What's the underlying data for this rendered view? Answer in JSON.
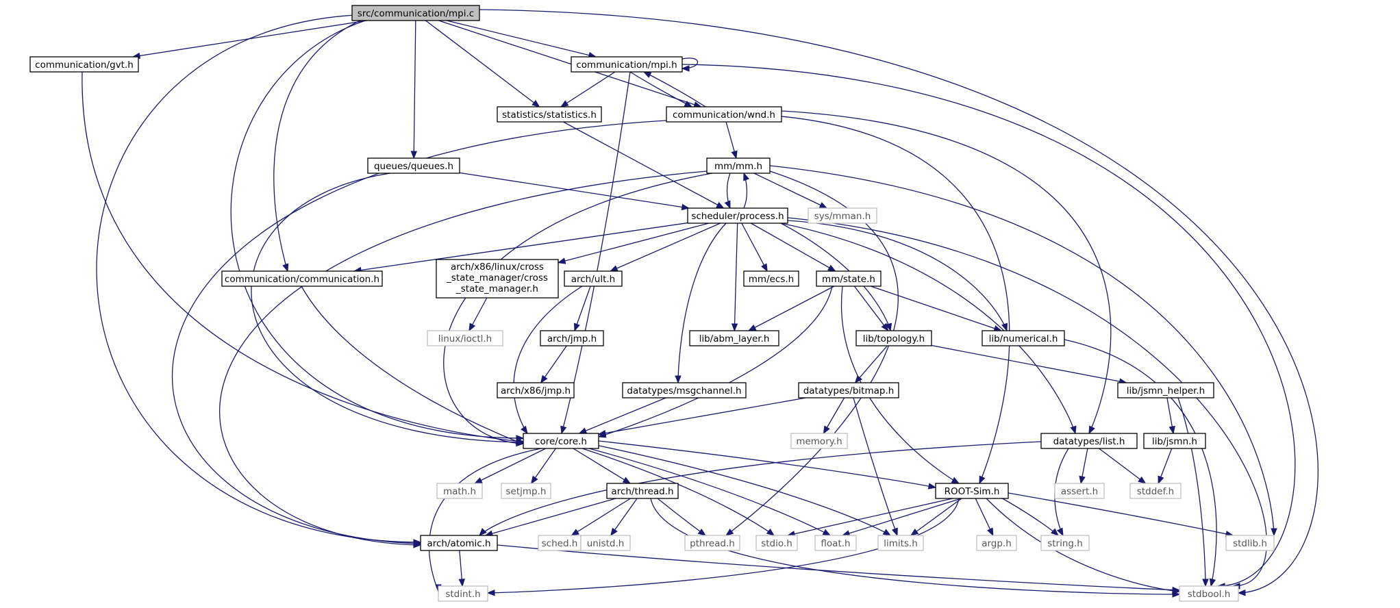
{
  "graph": {
    "type": "include-dependency-graph",
    "colors": {
      "edge": "#191970",
      "root_fill": "#bfbfbf",
      "node_border": "#000000",
      "system_border": "#bfbfbf",
      "system_text": "#555555"
    },
    "nodes": [
      {
        "id": "mpi_c",
        "label": "src/communication/mpi.c",
        "kind": "root"
      },
      {
        "id": "gvt_h",
        "label": "communication/gvt.h",
        "kind": "normal"
      },
      {
        "id": "mpi_h",
        "label": "communication/mpi.h",
        "kind": "normal"
      },
      {
        "id": "statistics_h",
        "label": "statistics/statistics.h",
        "kind": "normal"
      },
      {
        "id": "wnd_h",
        "label": "communication/wnd.h",
        "kind": "normal"
      },
      {
        "id": "queues_h",
        "label": "queues/queues.h",
        "kind": "normal"
      },
      {
        "id": "mm_h",
        "label": "mm/mm.h",
        "kind": "normal"
      },
      {
        "id": "sys_mman_h",
        "label": "sys/mman.h",
        "kind": "system"
      },
      {
        "id": "process_h",
        "label": "scheduler/process.h",
        "kind": "normal"
      },
      {
        "id": "communication_h",
        "label": "communication/communication.h",
        "kind": "normal"
      },
      {
        "id": "cross_state_h",
        "label": "arch/x86/linux/cross_state_manager/cross_state_manager.h",
        "lines": [
          "arch/x86/linux/cross",
          "_state_manager/cross",
          "_state_manager.h"
        ],
        "kind": "normal"
      },
      {
        "id": "linux_ioctl_h",
        "label": "linux/ioctl.h",
        "kind": "system"
      },
      {
        "id": "ult_h",
        "label": "arch/ult.h",
        "kind": "normal"
      },
      {
        "id": "jmp_h",
        "label": "arch/jmp.h",
        "kind": "normal"
      },
      {
        "id": "x86_jmp_h",
        "label": "arch/x86/jmp.h",
        "kind": "normal"
      },
      {
        "id": "ecs_h",
        "label": "mm/ecs.h",
        "kind": "normal"
      },
      {
        "id": "state_h",
        "label": "mm/state.h",
        "kind": "normal"
      },
      {
        "id": "abm_layer_h",
        "label": "lib/abm_layer.h",
        "kind": "normal"
      },
      {
        "id": "topology_h",
        "label": "lib/topology.h",
        "kind": "normal"
      },
      {
        "id": "numerical_h",
        "label": "lib/numerical.h",
        "kind": "normal"
      },
      {
        "id": "msgchannel_h",
        "label": "datatypes/msgchannel.h",
        "kind": "normal"
      },
      {
        "id": "bitmap_h",
        "label": "datatypes/bitmap.h",
        "kind": "normal"
      },
      {
        "id": "memory_h",
        "label": "memory.h",
        "kind": "system"
      },
      {
        "id": "jsmn_helper_h",
        "label": "lib/jsmn_helper.h",
        "kind": "normal"
      },
      {
        "id": "jsmn_h",
        "label": "lib/jsmn.h",
        "kind": "normal"
      },
      {
        "id": "list_h",
        "label": "datatypes/list.h",
        "kind": "normal"
      },
      {
        "id": "core_h",
        "label": "core/core.h",
        "kind": "normal"
      },
      {
        "id": "math_h",
        "label": "math.h",
        "kind": "system"
      },
      {
        "id": "setjmp_h",
        "label": "setjmp.h",
        "kind": "system"
      },
      {
        "id": "thread_h",
        "label": "arch/thread.h",
        "kind": "normal"
      },
      {
        "id": "rootsim_h",
        "label": "ROOT-Sim.h",
        "kind": "normal"
      },
      {
        "id": "assert_h",
        "label": "assert.h",
        "kind": "system"
      },
      {
        "id": "stddef_h",
        "label": "stddef.h",
        "kind": "system"
      },
      {
        "id": "atomic_h",
        "label": "arch/atomic.h",
        "kind": "normal"
      },
      {
        "id": "sched_h",
        "label": "sched.h",
        "kind": "system"
      },
      {
        "id": "unistd_h",
        "label": "unistd.h",
        "kind": "system"
      },
      {
        "id": "pthread_h",
        "label": "pthread.h",
        "kind": "system"
      },
      {
        "id": "stdio_h",
        "label": "stdio.h",
        "kind": "system"
      },
      {
        "id": "float_h",
        "label": "float.h",
        "kind": "system"
      },
      {
        "id": "limits_h",
        "label": "limits.h",
        "kind": "system"
      },
      {
        "id": "argp_h",
        "label": "argp.h",
        "kind": "system"
      },
      {
        "id": "string_h",
        "label": "string.h",
        "kind": "system"
      },
      {
        "id": "stdlib_h",
        "label": "stdlib.h",
        "kind": "system"
      },
      {
        "id": "stdint_h",
        "label": "stdint.h",
        "kind": "system"
      },
      {
        "id": "stdbool_h",
        "label": "stdbool.h",
        "kind": "system"
      }
    ],
    "edges": [
      {
        "from": "mpi_c",
        "to": "gvt_h"
      },
      {
        "from": "mpi_c",
        "to": "mpi_h"
      },
      {
        "from": "mpi_c",
        "to": "statistics_h"
      },
      {
        "from": "mpi_c",
        "to": "wnd_h"
      },
      {
        "from": "mpi_c",
        "to": "queues_h"
      },
      {
        "from": "mpi_c",
        "to": "communication_h"
      },
      {
        "from": "mpi_c",
        "to": "core_h"
      },
      {
        "from": "mpi_c",
        "to": "atomic_h"
      },
      {
        "from": "mpi_c",
        "to": "stdbool_h"
      },
      {
        "from": "gvt_h",
        "to": "core_h"
      },
      {
        "from": "mpi_h",
        "to": "mpi_h"
      },
      {
        "from": "mpi_h",
        "to": "statistics_h"
      },
      {
        "from": "mpi_h",
        "to": "wnd_h"
      },
      {
        "from": "mpi_h",
        "to": "core_h"
      },
      {
        "from": "mpi_h",
        "to": "stdbool_h"
      },
      {
        "from": "wnd_h",
        "to": "mpi_h"
      },
      {
        "from": "wnd_h",
        "to": "mm_h"
      },
      {
        "from": "wnd_h",
        "to": "atomic_h"
      },
      {
        "from": "wnd_h",
        "to": "rootsim_h"
      },
      {
        "from": "wnd_h",
        "to": "list_h"
      },
      {
        "from": "statistics_h",
        "to": "process_h"
      },
      {
        "from": "queues_h",
        "to": "process_h"
      },
      {
        "from": "queues_h",
        "to": "core_h"
      },
      {
        "from": "mm_h",
        "to": "process_h"
      },
      {
        "from": "mm_h",
        "to": "sys_mman_h"
      },
      {
        "from": "mm_h",
        "to": "core_h"
      },
      {
        "from": "mm_h",
        "to": "atomic_h"
      },
      {
        "from": "mm_h",
        "to": "pthread_h"
      },
      {
        "from": "mm_h",
        "to": "stdlib_h"
      },
      {
        "from": "process_h",
        "to": "mm_h"
      },
      {
        "from": "process_h",
        "to": "communication_h"
      },
      {
        "from": "process_h",
        "to": "cross_state_h"
      },
      {
        "from": "process_h",
        "to": "ult_h"
      },
      {
        "from": "process_h",
        "to": "msgchannel_h"
      },
      {
        "from": "process_h",
        "to": "abm_layer_h"
      },
      {
        "from": "process_h",
        "to": "ecs_h"
      },
      {
        "from": "process_h",
        "to": "state_h"
      },
      {
        "from": "process_h",
        "to": "topology_h"
      },
      {
        "from": "process_h",
        "to": "numerical_h"
      },
      {
        "from": "process_h",
        "to": "list_h"
      },
      {
        "from": "process_h",
        "to": "stdbool_h"
      },
      {
        "from": "communication_h",
        "to": "core_h"
      },
      {
        "from": "cross_state_h",
        "to": "linux_ioctl_h"
      },
      {
        "from": "ult_h",
        "to": "jmp_h"
      },
      {
        "from": "ult_h",
        "to": "core_h"
      },
      {
        "from": "jmp_h",
        "to": "x86_jmp_h"
      },
      {
        "from": "state_h",
        "to": "abm_layer_h"
      },
      {
        "from": "state_h",
        "to": "topology_h"
      },
      {
        "from": "state_h",
        "to": "numerical_h"
      },
      {
        "from": "state_h",
        "to": "core_h"
      },
      {
        "from": "state_h",
        "to": "rootsim_h"
      },
      {
        "from": "topology_h",
        "to": "bitmap_h"
      },
      {
        "from": "topology_h",
        "to": "jsmn_helper_h"
      },
      {
        "from": "numerical_h",
        "to": "stdbool_h"
      },
      {
        "from": "msgchannel_h",
        "to": "core_h"
      },
      {
        "from": "bitmap_h",
        "to": "core_h"
      },
      {
        "from": "bitmap_h",
        "to": "memory_h"
      },
      {
        "from": "bitmap_h",
        "to": "limits_h"
      },
      {
        "from": "jsmn_helper_h",
        "to": "jsmn_h"
      },
      {
        "from": "jsmn_helper_h",
        "to": "stdbool_h"
      },
      {
        "from": "jsmn_h",
        "to": "stddef_h"
      },
      {
        "from": "list_h",
        "to": "atomic_h"
      },
      {
        "from": "list_h",
        "to": "assert_h"
      },
      {
        "from": "list_h",
        "to": "stddef_h"
      },
      {
        "from": "list_h",
        "to": "string_h"
      },
      {
        "from": "core_h",
        "to": "math_h"
      },
      {
        "from": "core_h",
        "to": "setjmp_h"
      },
      {
        "from": "core_h",
        "to": "thread_h"
      },
      {
        "from": "core_h",
        "to": "rootsim_h"
      },
      {
        "from": "core_h",
        "to": "stdio_h"
      },
      {
        "from": "core_h",
        "to": "float_h"
      },
      {
        "from": "core_h",
        "to": "limits_h"
      },
      {
        "from": "core_h",
        "to": "stdint_h"
      },
      {
        "from": "thread_h",
        "to": "atomic_h"
      },
      {
        "from": "thread_h",
        "to": "sched_h"
      },
      {
        "from": "thread_h",
        "to": "unistd_h"
      },
      {
        "from": "thread_h",
        "to": "pthread_h"
      },
      {
        "from": "thread_h",
        "to": "stdbool_h"
      },
      {
        "from": "rootsim_h",
        "to": "stdio_h"
      },
      {
        "from": "rootsim_h",
        "to": "float_h"
      },
      {
        "from": "rootsim_h",
        "to": "limits_h"
      },
      {
        "from": "rootsim_h",
        "to": "argp_h"
      },
      {
        "from": "rootsim_h",
        "to": "string_h"
      },
      {
        "from": "rootsim_h",
        "to": "stdlib_h"
      },
      {
        "from": "rootsim_h",
        "to": "stdint_h"
      },
      {
        "from": "rootsim_h",
        "to": "stdbool_h"
      },
      {
        "from": "atomic_h",
        "to": "stdint_h"
      },
      {
        "from": "atomic_h",
        "to": "stdbool_h"
      }
    ]
  }
}
